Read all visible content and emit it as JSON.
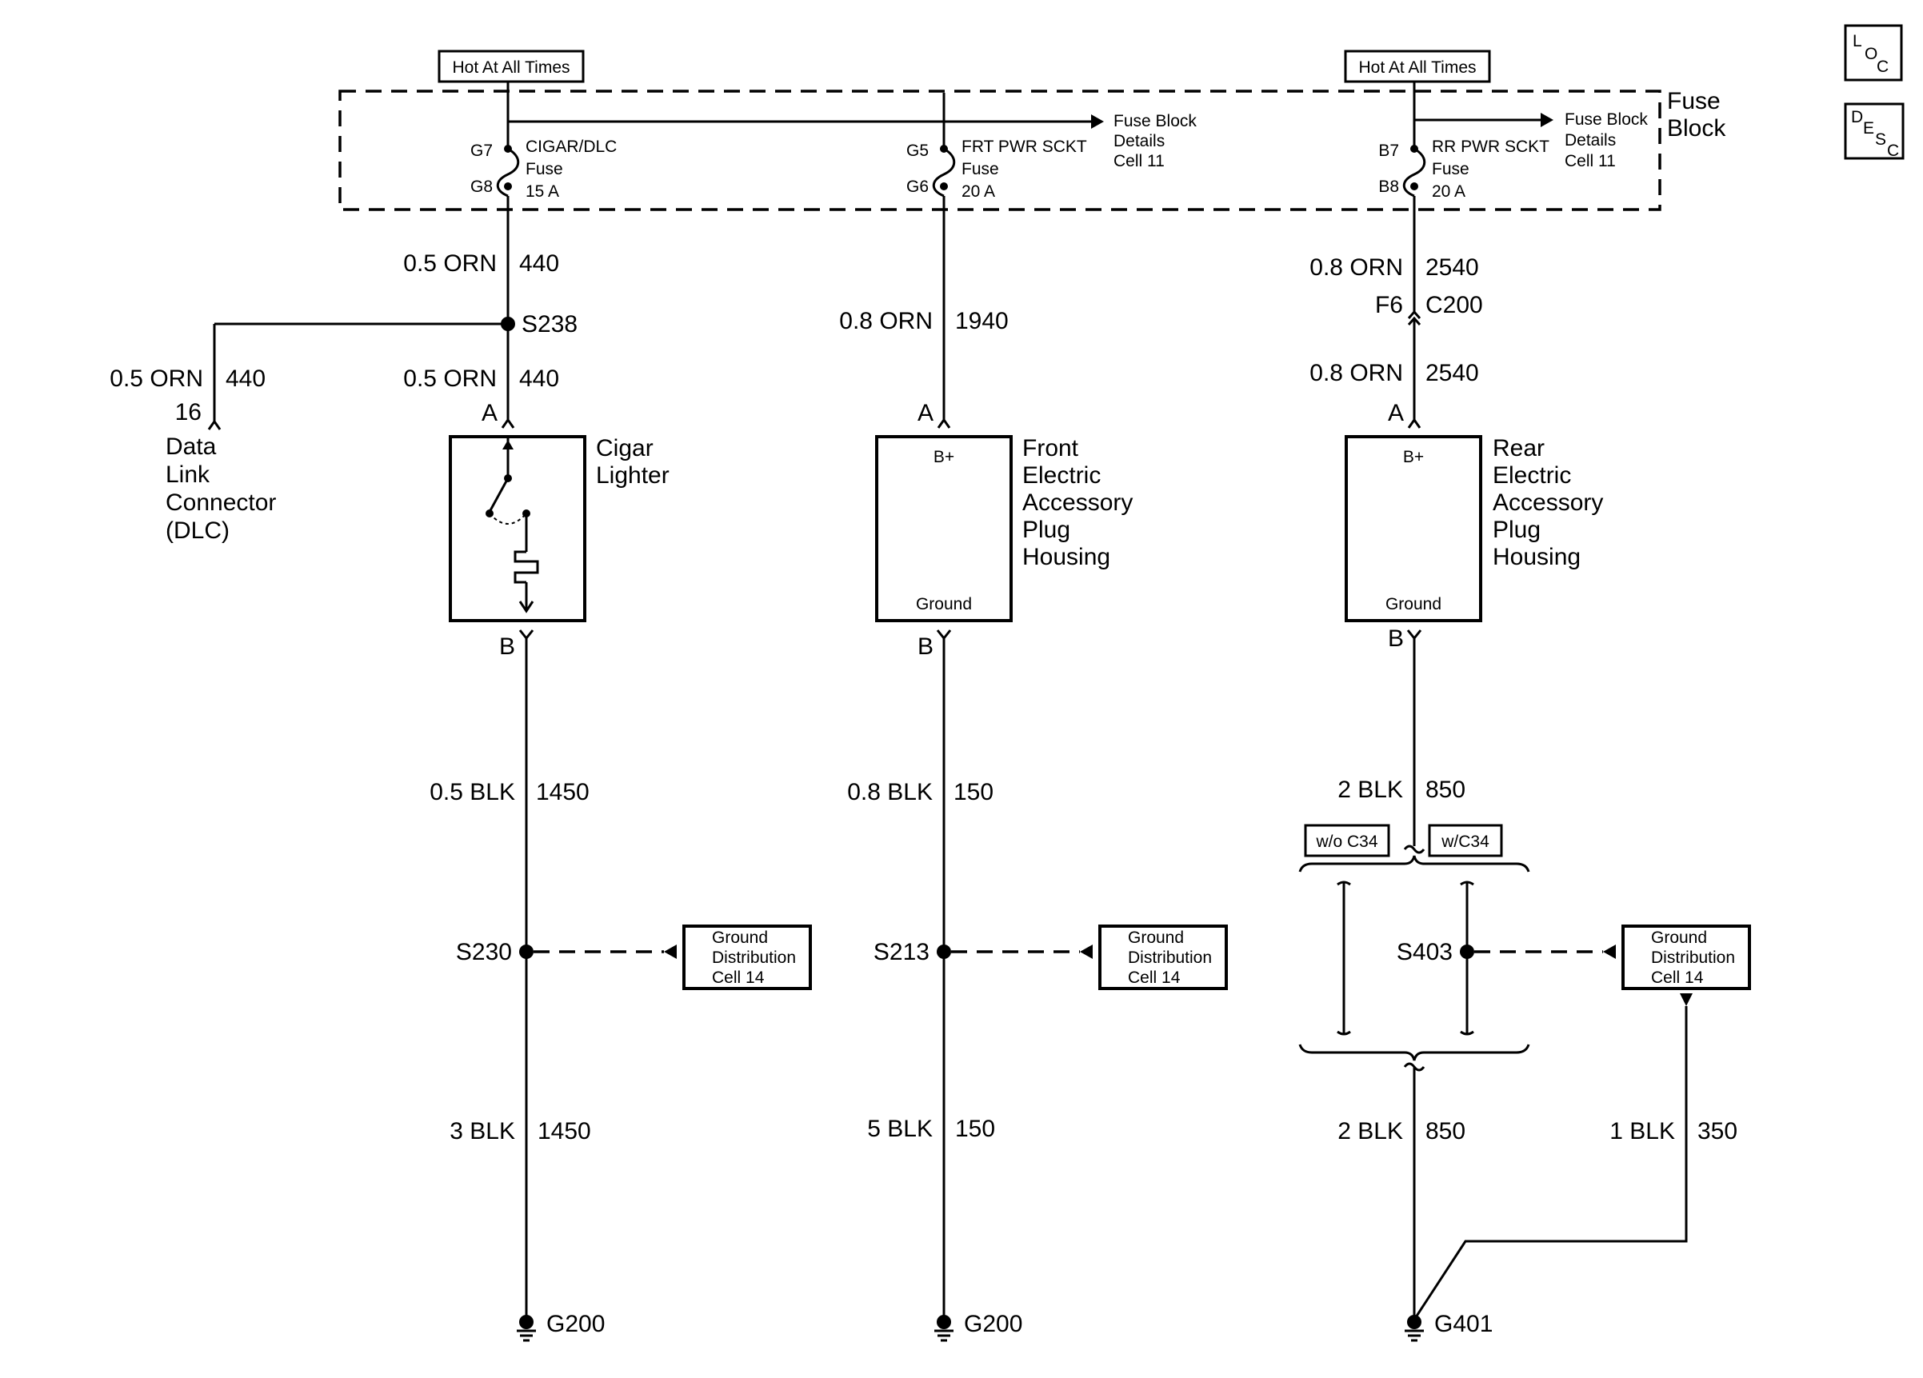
{
  "nav": {
    "loc": "LOC",
    "desc": "DESC"
  },
  "fuse_block": {
    "title": "Fuse Block",
    "hot_labels": [
      "Hot At All Times",
      "Hot At All Times"
    ],
    "details_label": "Fuse Block Details Cell 11",
    "fuses": [
      {
        "pin_in": "G7",
        "pin_out": "G8",
        "name": "CIGAR/DLC",
        "kind": "Fuse",
        "rating": "15 A"
      },
      {
        "pin_in": "G5",
        "pin_out": "G6",
        "name": "FRT PWR SCKT",
        "kind": "Fuse",
        "rating": "20 A"
      },
      {
        "pin_in": "B7",
        "pin_out": "B8",
        "name": "RR PWR SCKT",
        "kind": "Fuse",
        "rating": "20 A"
      }
    ]
  },
  "wires": {
    "w440_top": {
      "gauge": "0.5 ORN",
      "circuit": "440"
    },
    "w440_dlc": {
      "gauge": "0.5 ORN",
      "circuit": "440"
    },
    "w440_cig": {
      "gauge": "0.5 ORN",
      "circuit": "440"
    },
    "w1940": {
      "gauge": "0.8 ORN",
      "circuit": "1940"
    },
    "w2540_top": {
      "gauge": "0.8 ORN",
      "circuit": "2540"
    },
    "w2540_bot": {
      "gauge": "0.8 ORN",
      "circuit": "2540"
    },
    "w1450_top": {
      "gauge": "0.5 BLK",
      "circuit": "1450"
    },
    "w1450_bot": {
      "gauge": "3 BLK",
      "circuit": "1450"
    },
    "w150_top": {
      "gauge": "0.8 BLK",
      "circuit": "150"
    },
    "w150_bot": {
      "gauge": "5 BLK",
      "circuit": "150"
    },
    "w850_top": {
      "gauge": "2 BLK",
      "circuit": "850"
    },
    "w850_bot": {
      "gauge": "2 BLK",
      "circuit": "850"
    },
    "w350": {
      "gauge": "1 BLK",
      "circuit": "350"
    }
  },
  "splices": {
    "s238": "S238",
    "s230": "S230",
    "s213": "S213",
    "s403": "S403"
  },
  "connector": {
    "pin": "F6",
    "name": "C200"
  },
  "dlc": {
    "pin": "16",
    "name": "Data Link Connector (DLC)"
  },
  "components": {
    "cigar": {
      "name": "Cigar Lighter",
      "pin_a": "A",
      "pin_b": "B"
    },
    "front": {
      "name": "Front Electric Accessory Plug Housing",
      "pin_a": "A",
      "pin_b": "B",
      "bplus": "B+",
      "ground": "Ground"
    },
    "rear": {
      "name": "Rear Electric Accessory Plug Housing",
      "pin_a": "A",
      "pin_b": "B",
      "bplus": "B+",
      "ground": "Ground"
    }
  },
  "options": {
    "without": "w/o C34",
    "with": "w/C34"
  },
  "ground_dist_label": "Ground Distribution Cell 14",
  "grounds": [
    "G200",
    "G200",
    "G401"
  ]
}
